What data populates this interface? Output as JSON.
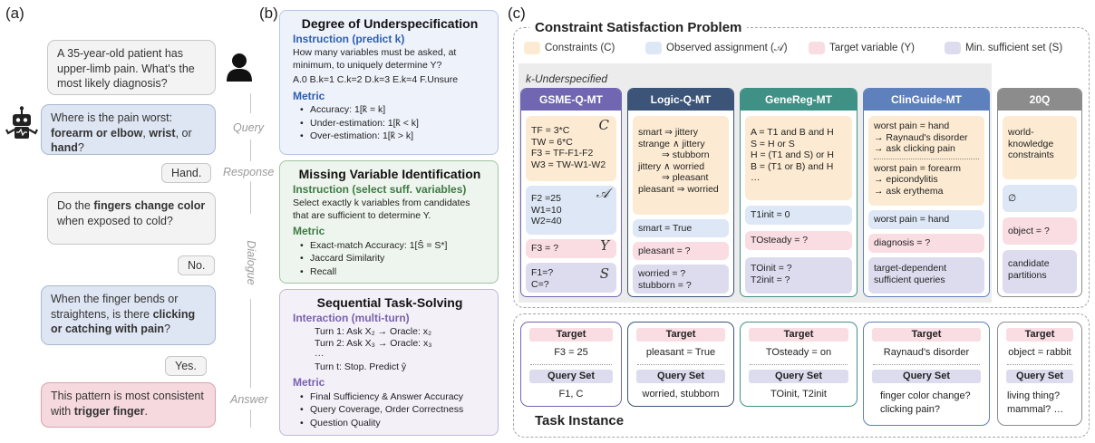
{
  "panel_a": {
    "tag": "(a)",
    "msg_patient": "A 35-year-old patient has upper-limb pain. What's the most likely diagnosis?",
    "q1": {
      "pre": "Where is the pain worst: ",
      "b1": "forearm or elbow",
      "mid": ", ",
      "b2": "wrist",
      "mid2": ", or ",
      "b3": "hand",
      "post": "?"
    },
    "r1": "Hand.",
    "q2": {
      "pre": "Do the ",
      "b1": "fingers change color",
      "post": " when exposed to cold?"
    },
    "r2": "No.",
    "q3": {
      "pre": "When the finger bends or straightens, is there ",
      "b1": "clicking or catching with pain",
      "post": "?"
    },
    "r3": "Yes.",
    "answer": {
      "pre": "This pattern is most consistent with ",
      "b1": "trigger finger",
      "post": "."
    },
    "labels": {
      "query": "Query",
      "response": "Response",
      "dialogue": "Dialogue",
      "answer": "Answer"
    },
    "icons": {
      "user": "user-icon",
      "robot": "robot-icon"
    }
  },
  "panel_b": {
    "tag": "(b)",
    "under": {
      "title": "Degree of Underspecification",
      "instr": "Instruction (predict k)",
      "text": "How many variables must be asked, at minimum, to uniquely determine Y?",
      "options": "A.0  B.k=1  C.k=2  D.k=3  E.k=4  F.Unsure",
      "metric": "Metric",
      "items": [
        "Accuracy: 1[k̂ = k]",
        "Under-estimation: 1[k̂ < k]",
        "Over-estimation: 1[k̂ > k]"
      ]
    },
    "missing": {
      "title": "Missing Variable Identification",
      "instr": "Instruction (select suff. variables)",
      "text": "Select exactly k variables from candidates that are sufficient to determine Y.",
      "metric": "Metric",
      "items": [
        "Exact-match Accuracy: 1[Ŝ = S*]",
        "Jaccard Similarity",
        "Recall"
      ]
    },
    "seq": {
      "title": "Sequential Task-Solving",
      "instr": "Interaction (multi-turn)",
      "turns": [
        "Turn 1:  Ask X₂  →  Oracle: x₂",
        "Turn 2:  Ask X₃  →  Oracle: x₃",
        "···",
        "Turn t:   Stop. Predict ŷ"
      ],
      "metric": "Metric",
      "items": [
        "Final Sufficiency & Answer Accuracy",
        "Query Coverage, Order Correctness",
        "Question Quality"
      ]
    },
    "colors": {
      "under": "#2f5fae",
      "missing": "#3f7b43",
      "seq": "#7b62ae"
    }
  },
  "panel_c": {
    "tag": "(c)",
    "title": "Constraint Satisfaction Problem",
    "legend": [
      "Constraints (C)",
      "Observed assignment (𝒜)",
      "Target variable (Y)",
      "Min. sufficient set (S)"
    ],
    "k_label": "k-Underspecified",
    "symbols": {
      "c": "C",
      "a": "𝒜",
      "y": "Y",
      "s": "S"
    },
    "columns": [
      {
        "name": "GSME-Q-MT",
        "color": "#7166b2",
        "con": [
          "TF = 3*C",
          "TW = 6*C",
          "F3 = TF-F1-F2",
          "W3 = TW-W1-W2"
        ],
        "obs": [
          "F2 =25",
          "W1=10",
          "W2=40"
        ],
        "tar": "F3 = ?",
        "min": [
          "F1=?",
          "C=?"
        ]
      },
      {
        "name": "Logic-Q-MT",
        "color": "#3b5478",
        "con": [
          "smart ⇒ jittery",
          "strange ∧ jittery",
          "⇒ stubborn",
          "jittery ∧ worried",
          "⇒ pleasant",
          "pleasant ⇒ worried"
        ],
        "obs": [
          "smart = True"
        ],
        "tar": "pleasant = ?",
        "min": [
          "worried = ?",
          "stubborn = ?"
        ]
      },
      {
        "name": "GeneReg-MT",
        "color": "#3f9185",
        "con": [
          "A = T1 and B and H",
          "S = H or S",
          "H = (T1 and S) or H",
          "B = (T1 or B) and H",
          "…"
        ],
        "obs": [
          "T1init = 0"
        ],
        "tar": "TOsteady = ?",
        "min": [
          "TOinit = ?",
          "T2init = ?"
        ]
      },
      {
        "name": "ClinGuide-MT",
        "color": "#5e80bd",
        "con1": [
          "worst pain = hand",
          "→ Raynaud's disorder",
          "→ ask clicking pain"
        ],
        "con2": [
          "worst pain = forearm",
          "→ epicondylitis",
          "→ ask erythema"
        ],
        "obs": [
          "worst pain = hand"
        ],
        "tar": "diagnosis = ?",
        "min": [
          "target-dependent",
          "sufficient queries"
        ]
      },
      {
        "name": "20Q",
        "color": "#8c8c8c",
        "con": [
          "world-",
          "knowledge",
          "constraints"
        ],
        "obs": [
          "∅"
        ],
        "tar": "object = ?",
        "min": [
          "candidate",
          "partitions"
        ]
      }
    ],
    "task_title": "Task Instance",
    "target_label": "Target",
    "query_label": "Query Set",
    "instances": [
      {
        "target": "F3 = 25",
        "query": [
          "F1, C"
        ]
      },
      {
        "target": "pleasant = True",
        "query": [
          "worried, stubborn"
        ]
      },
      {
        "target": "TOsteady = on",
        "query": [
          "TOinit, T2init"
        ]
      },
      {
        "target": "Raynaud's disorder",
        "query": [
          "finger color change?",
          "clicking pain?"
        ]
      },
      {
        "target": "object = rabbit",
        "query": [
          "living thing?",
          "mammal? …"
        ]
      }
    ]
  }
}
